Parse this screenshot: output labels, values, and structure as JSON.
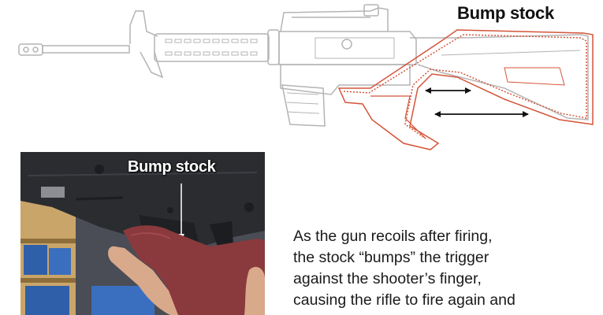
{
  "diagram": {
    "title": "Bump stock",
    "colors": {
      "rifle_outline": "#b4b4b4",
      "bump_stock_outline": "#d4553a",
      "arrow": "#111111"
    },
    "icons": [
      "rifle-icon",
      "bump-stock-outline-icon",
      "double-arrow-icon"
    ]
  },
  "photo": {
    "label": "Bump stock",
    "colors": {
      "receiver": "#2b2c30",
      "stock": "#8a3a3d",
      "hand": "#d9a98c",
      "shelf": "#c9a56a",
      "cases": "#2f5fa8"
    }
  },
  "caption": {
    "lines": [
      "As the gun recoils after firing,",
      "the stock “bumps” the trigger",
      "against the shooter’s finger,",
      "causing the rifle to fire again and"
    ]
  }
}
